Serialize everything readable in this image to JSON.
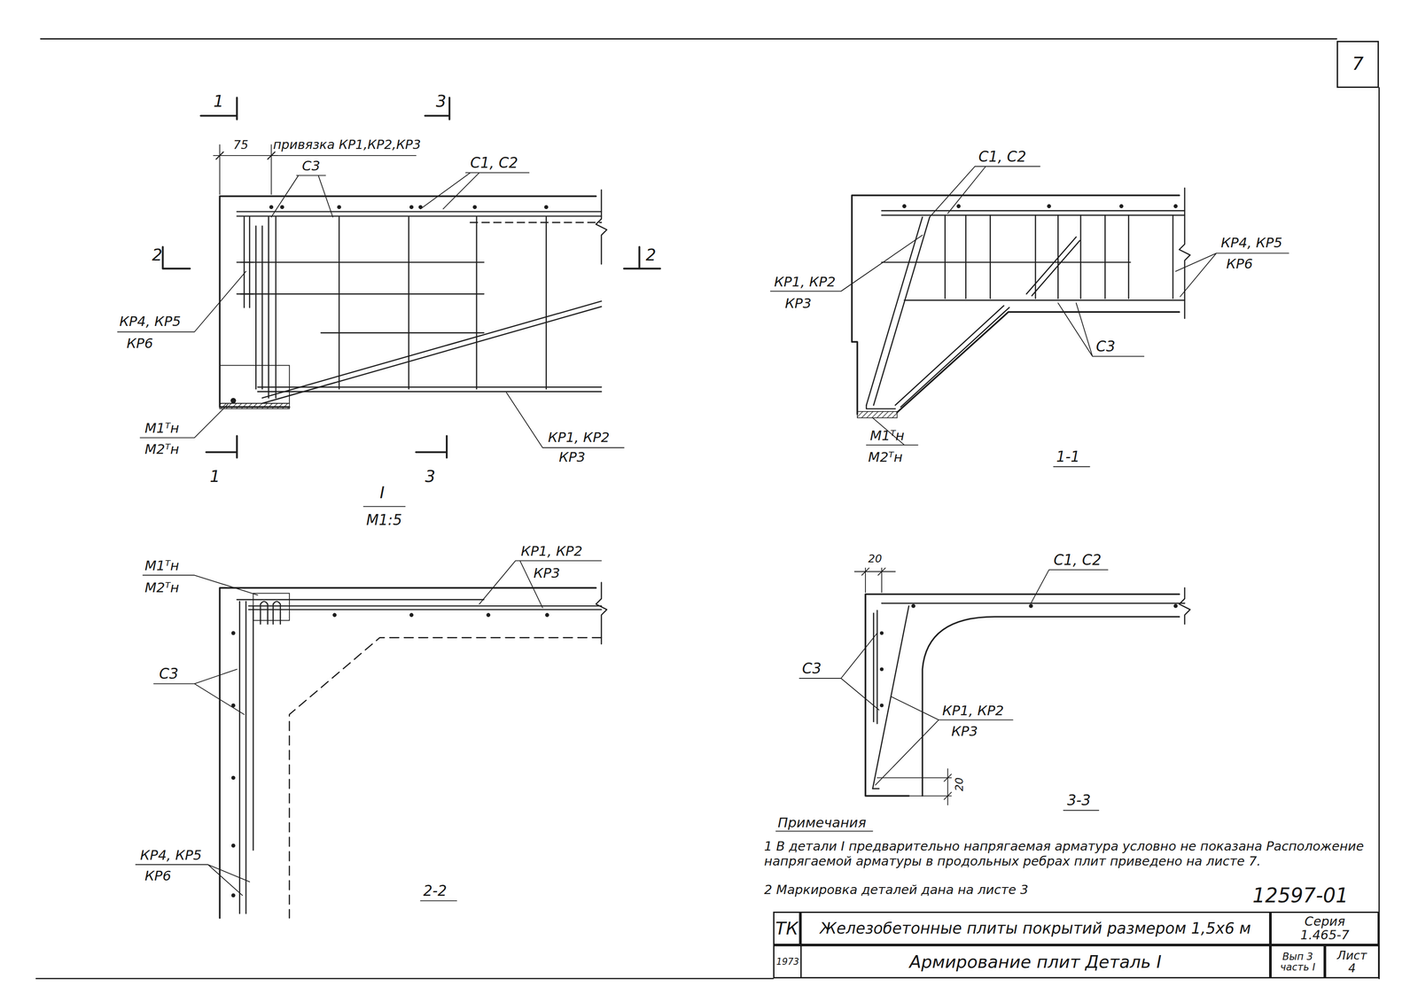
{
  "diagram": {
    "nodes": [
      {
        "text": [
          "7"
        ]
      },
      {
        "text": [
          "ТК"
        ]
      },
      {
        "text": [
          "Железобетонные плиты покрытий размером 1,5х6 м"
        ]
      },
      {
        "text": [
          "Серия",
          "1.465-7"
        ]
      },
      {
        "text": [
          "1973"
        ]
      },
      {
        "text": [
          "Армирование плит Деталь I"
        ]
      },
      {
        "text": [
          "Вып 3 часть I"
        ]
      },
      {
        "text": [
          "Лист",
          "4"
        ]
      }
    ],
    "labels": [
      "1",
      "3",
      "75",
      "привязка КР1,КР2,КР3",
      "С3",
      "С1, С2",
      "2",
      "2",
      "КР4, КР5",
      "КР6",
      "М1ᵀн",
      "М2ᵀн",
      "КР1, КР2",
      "КР3",
      "1",
      "3",
      "I",
      "М1:5",
      "С1, С2",
      "КР4, КР5",
      "КР6",
      "КР1, КР2",
      "КР3",
      "С3",
      "М1ᵀн",
      "М2ᵀн",
      "1-1",
      "М1ᵀн",
      "М2ᵀн",
      "КР1, КР2",
      "КР3",
      "С3",
      "КР4, КР5",
      "КР6",
      "2-2",
      "20",
      "С1, С2",
      "С3",
      "КР1, КР2",
      "КР3",
      "20",
      "3-3",
      "Примечания",
      "1 В детали I предварительно напрягаемая арматура условно не показана Расположение напрягаемой арматуры в продольных ребрах плит приведено на листе 7.",
      "2 Маркировка деталей дана на листе 3",
      "12597-01"
    ]
  }
}
